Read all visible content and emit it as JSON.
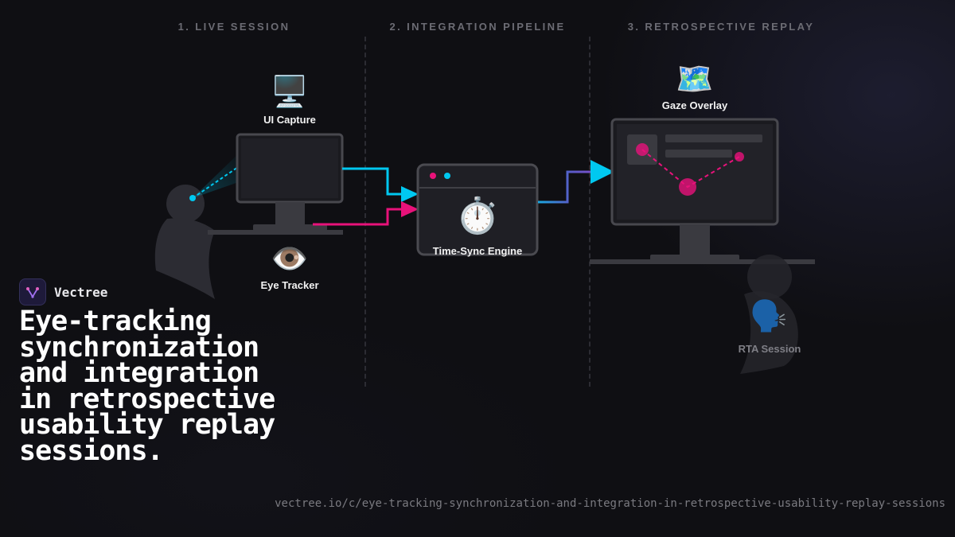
{
  "stages": [
    {
      "label": "1. LIVE SESSION"
    },
    {
      "label": "2. INTEGRATION PIPELINE"
    },
    {
      "label": "3. RETROSPECTIVE REPLAY"
    }
  ],
  "nodes": {
    "ui_capture": {
      "label": "UI Capture",
      "icon": "desktop-computer-icon",
      "glyph": "🖥️"
    },
    "eye_tracker": {
      "label": "Eye Tracker",
      "icon": "eye-icon",
      "glyph": "👁️"
    },
    "time_sync": {
      "label": "Time-Sync Engine",
      "icon": "stopwatch-icon",
      "glyph": "⏱️"
    },
    "gaze_overlay": {
      "label": "Gaze Overlay",
      "icon": "world-map-icon",
      "glyph": "🗺️"
    },
    "rta_session": {
      "label": "RTA Session",
      "icon": "speaking-head-icon",
      "glyph": "🗣️"
    }
  },
  "brand": {
    "name": "Vectree"
  },
  "headline": "Eye-tracking synchronization and integration in retrospective usability replay sessions.",
  "url": "vectree.io/c/eye-tracking-synchronization-and-integration-in-retrospective-usability-replay-sessions",
  "colors": {
    "cyan": "#00c8f0",
    "magenta": "#e8127a",
    "purple": "#6a4fc8",
    "background": "#0f0f13",
    "panel": "#1e1e24",
    "stroke": "#48484e"
  }
}
